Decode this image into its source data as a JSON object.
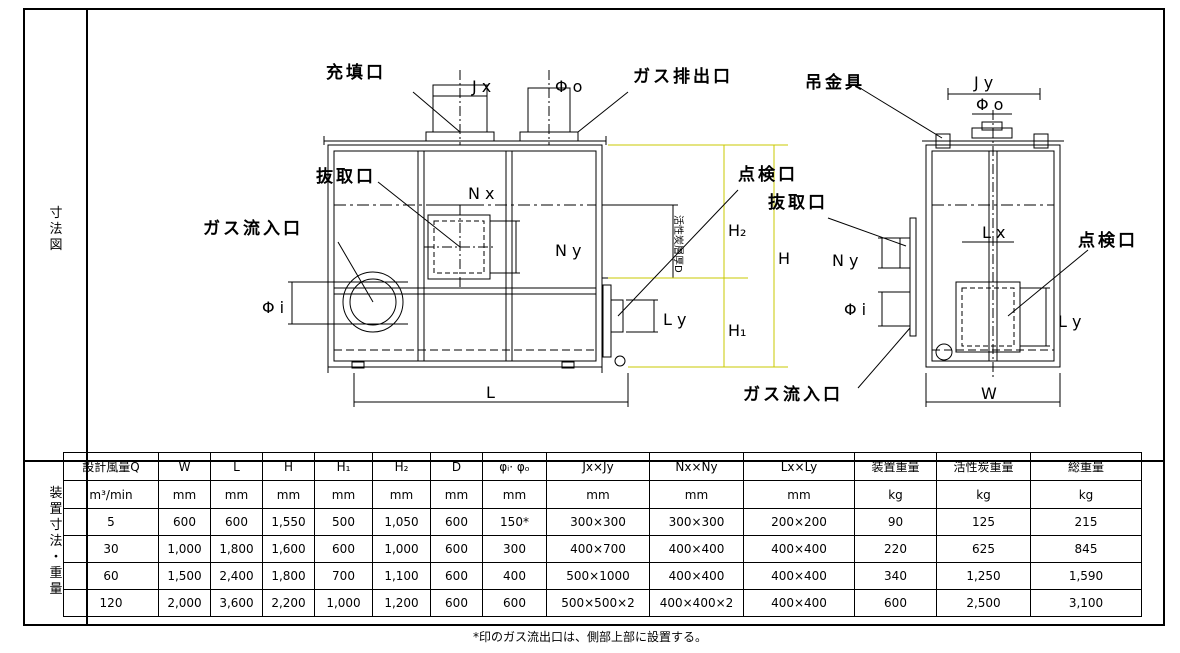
{
  "side": {
    "drawing_label": [
      "寸",
      "法",
      "図"
    ],
    "table_label": [
      "装",
      "置",
      "寸",
      "法",
      "・",
      "重",
      "量"
    ]
  },
  "labels": {
    "fill_port": "充填口",
    "gas_outlet": "ガス排出口",
    "extract_port_front": "抜取口",
    "inspection_port_front": "点検口",
    "gas_inlet_front": "ガス流入口",
    "hanger": "吊金具",
    "extract_port_side": "抜取口",
    "inspection_port_side": "点検口",
    "gas_inlet_side": "ガス流入口",
    "carbon_layer": "活性炭層厚D"
  },
  "dims": {
    "jx": "J x",
    "phi_o": "Φ o",
    "nx": "N x",
    "ny": "N y",
    "phi_i": "Φ i",
    "ly": "L y",
    "h2": "H₂",
    "h": "H",
    "h1": "H₁",
    "l": "L",
    "jy": "J y",
    "phi_o_side": "Φ o",
    "ny_side": "N y",
    "lx": "L x",
    "phi_i_side": "Φ i",
    "ly_side": "L y",
    "w": "W"
  },
  "table": {
    "header": [
      "設計風量Q",
      "W",
      "L",
      "H",
      "H₁",
      "H₂",
      "D",
      "φᵢ· φₒ",
      "Jx×Jy",
      "Nx×Ny",
      "Lx×Ly",
      "装置重量",
      "活性炭重量",
      "総重量"
    ],
    "units": [
      "m³/min",
      "mm",
      "mm",
      "mm",
      "mm",
      "mm",
      "mm",
      "mm",
      "mm",
      "mm",
      "mm",
      "kg",
      "kg",
      "kg"
    ],
    "rows": [
      [
        "5",
        "600",
        "600",
        "1,550",
        "500",
        "1,050",
        "600",
        "150*",
        "300×300",
        "300×300",
        "200×200",
        "90",
        "125",
        "215"
      ],
      [
        "30",
        "1,000",
        "1,800",
        "1,600",
        "600",
        "1,000",
        "600",
        "300",
        "400×700",
        "400×400",
        "400×400",
        "220",
        "625",
        "845"
      ],
      [
        "60",
        "1,500",
        "2,400",
        "1,800",
        "700",
        "1,100",
        "600",
        "400",
        "500×1000",
        "400×400",
        "400×400",
        "340",
        "1,250",
        "1,590"
      ],
      [
        "120",
        "2,000",
        "3,600",
        "2,200",
        "1,000",
        "1,200",
        "600",
        "600",
        "500×500×2",
        "400×400×2",
        "400×400",
        "600",
        "2,500",
        "3,100"
      ]
    ]
  },
  "note": "*印のガス流出口は、側部上部に設置する。",
  "colors": {
    "line": "#000000",
    "dim_line": "#c8c800"
  }
}
